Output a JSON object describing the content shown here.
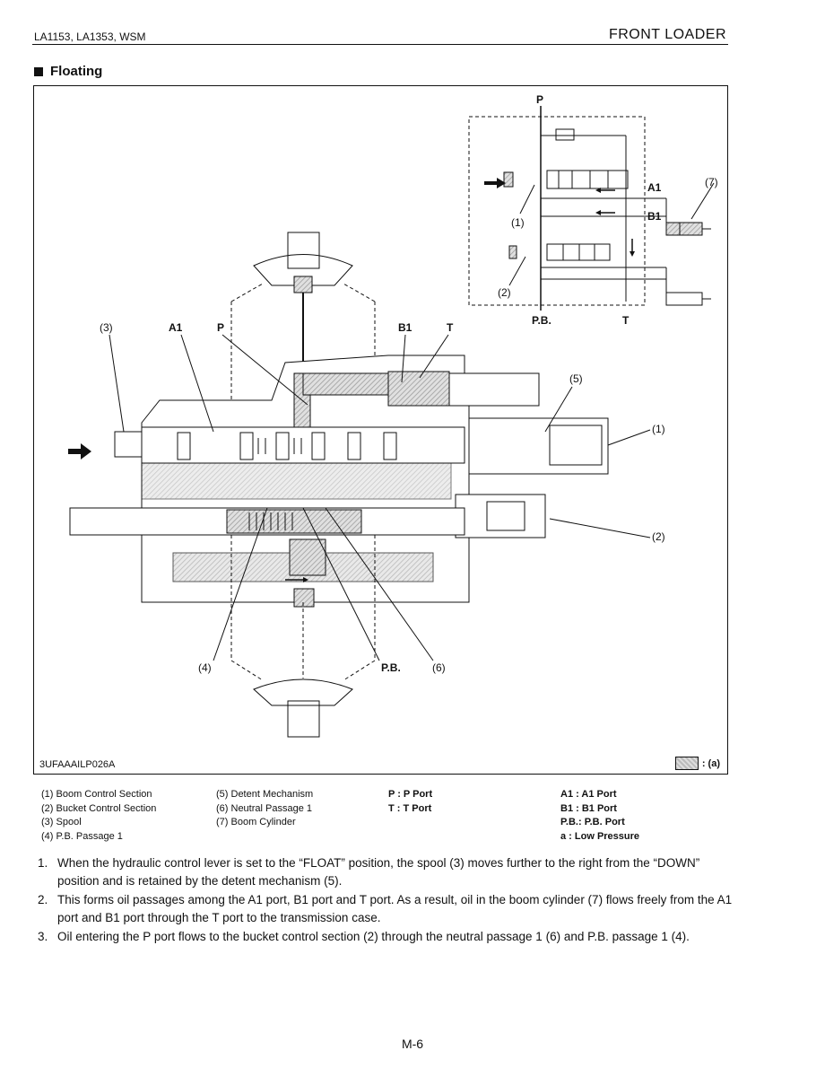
{
  "header": {
    "left": "LA1153, LA1353, WSM",
    "right": "FRONT LOADER"
  },
  "section_title": "Floating",
  "figure": {
    "code": "3UFAAAILP026A",
    "key_label": ": (a)",
    "labels": {
      "p_top": "P",
      "a1_sch": "A1",
      "b1_sch": "B1",
      "n7": "(7)",
      "n1_sch": "(1)",
      "n2_sch": "(2)",
      "pb_sch": "P.B.",
      "t_sch": "T",
      "n3": "(3)",
      "a1_main": "A1",
      "p_main": "P",
      "b1_main": "B1",
      "t_main": "T",
      "n5": "(5)",
      "n1_main": "(1)",
      "n2_main": "(2)",
      "n4": "(4)",
      "pb_main": "P.B.",
      "n6": "(6)"
    }
  },
  "legend": {
    "col1": [
      "(1) Boom Control Section",
      "(2) Bucket Control Section",
      "(3) Spool",
      "(4) P.B. Passage 1"
    ],
    "col2": [
      "(5) Detent Mechanism",
      "(6) Neutral Passage 1",
      "(7) Boom Cylinder"
    ],
    "col3": [
      "P : P Port",
      "T : T Port"
    ],
    "col4": [
      "A1 : A1 Port",
      "B1 : B1 Port",
      "P.B.: P.B. Port",
      "a : Low Pressure"
    ]
  },
  "steps": [
    {
      "num": "1.",
      "text": "When the hydraulic control lever is set to the “FLOAT” position, the spool (3) moves further to the right from the “DOWN” position and is retained by the detent mechanism (5)."
    },
    {
      "num": "2.",
      "text": "This forms oil passages among the A1 port, B1 port and T port. As a result, oil in the boom cylinder (7) flows freely from the A1 port and B1 port through the T port to the transmission case."
    },
    {
      "num": "3.",
      "text": "Oil entering the P port flows to the bucket control section (2) through the neutral passage 1 (6) and P.B. passage 1 (4)."
    }
  ],
  "page_number": "M-6"
}
